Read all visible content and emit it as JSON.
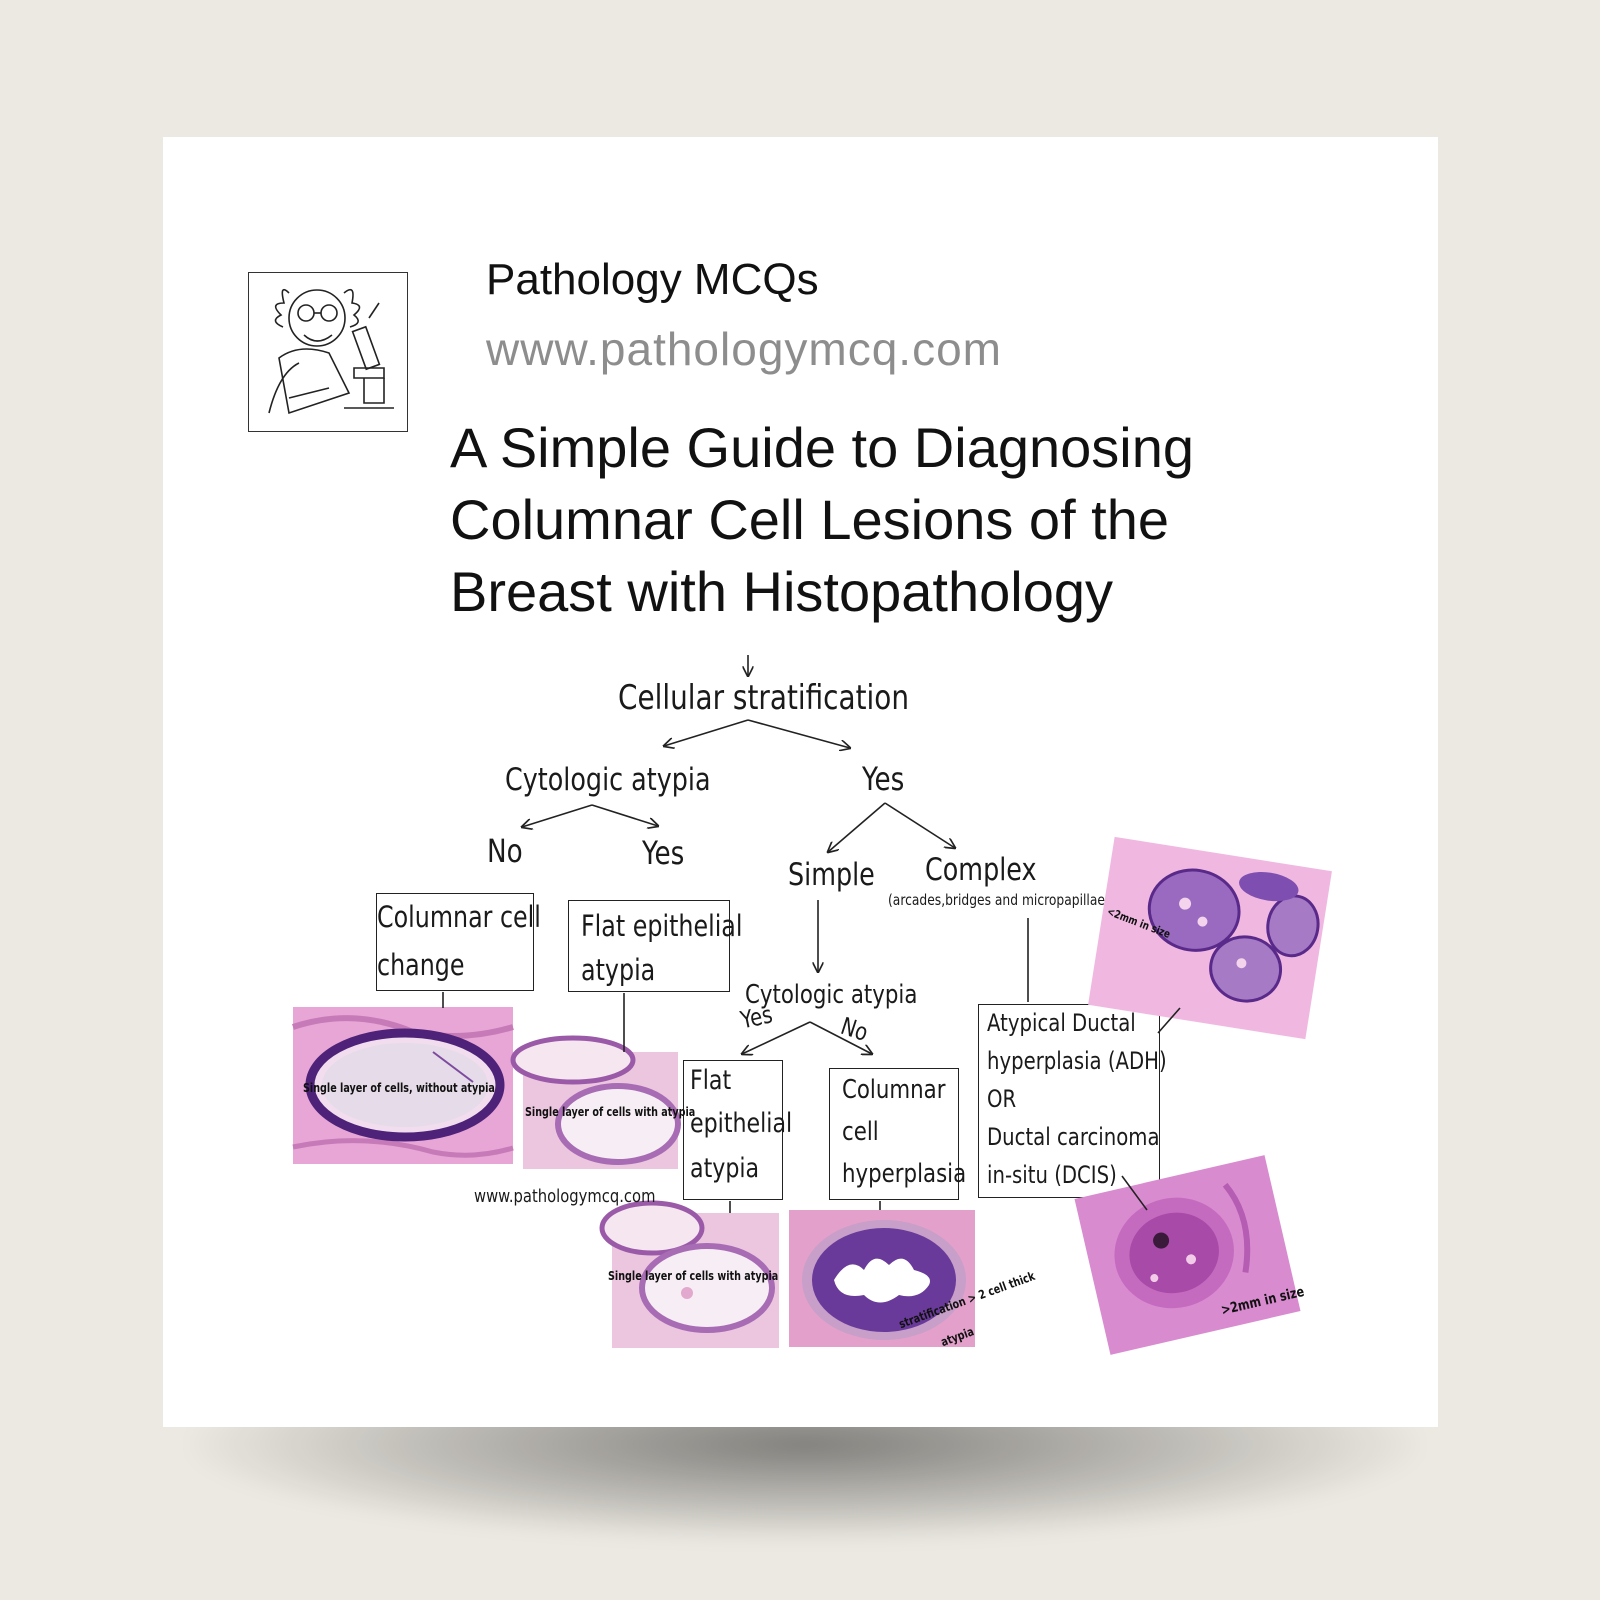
{
  "header": {
    "brand": "Pathology MCQs",
    "website": "www.pathologymcq.com",
    "title_lines": [
      "A Simple Guide to Diagnosing",
      "Columnar Cell Lesions of the",
      "Breast with Histopathology"
    ]
  },
  "flow": {
    "root": "Cellular stratification",
    "cytologic_atypia_top": "Cytologic atypia",
    "yes_right": "Yes",
    "no_left": "No",
    "yes_left": "Yes",
    "simple": "Simple",
    "complex": "Complex",
    "complex_note": "(arcades,bridges and micropapillae)",
    "cytologic_atypia_mid": "Cytologic atypia",
    "yes_mid": "Yes",
    "no_mid": "No",
    "box_ccc": [
      "Columnar cell",
      "change"
    ],
    "box_fea_top": [
      "Flat epithelial",
      "atypia"
    ],
    "box_fea_mid": [
      "Flat",
      "epithelial",
      "atypia"
    ],
    "box_cch": [
      "Columnar",
      "cell",
      "hyperplasia"
    ],
    "box_adh": [
      "Atypical Ductal",
      "hyperplasia (ADH)",
      "OR",
      "Ductal carcinoma",
      "in-situ (DCIS)"
    ]
  },
  "captions": {
    "img1": "Single layer of cells, without atypia",
    "img2": "Single layer of cells with atypia",
    "img3": "Single layer of cells with atypia",
    "img4a": "stratification > 2 cell thick",
    "img4b": "atypia",
    "img5": "<2mm in size",
    "img6": ">2mm in size",
    "watermark": "www.pathologymcq.com"
  },
  "colors": {
    "tissue_pink": "#e8a6d6",
    "nuclei_purple": "#5a2a8a",
    "title_gray": "#8d8d8d"
  }
}
